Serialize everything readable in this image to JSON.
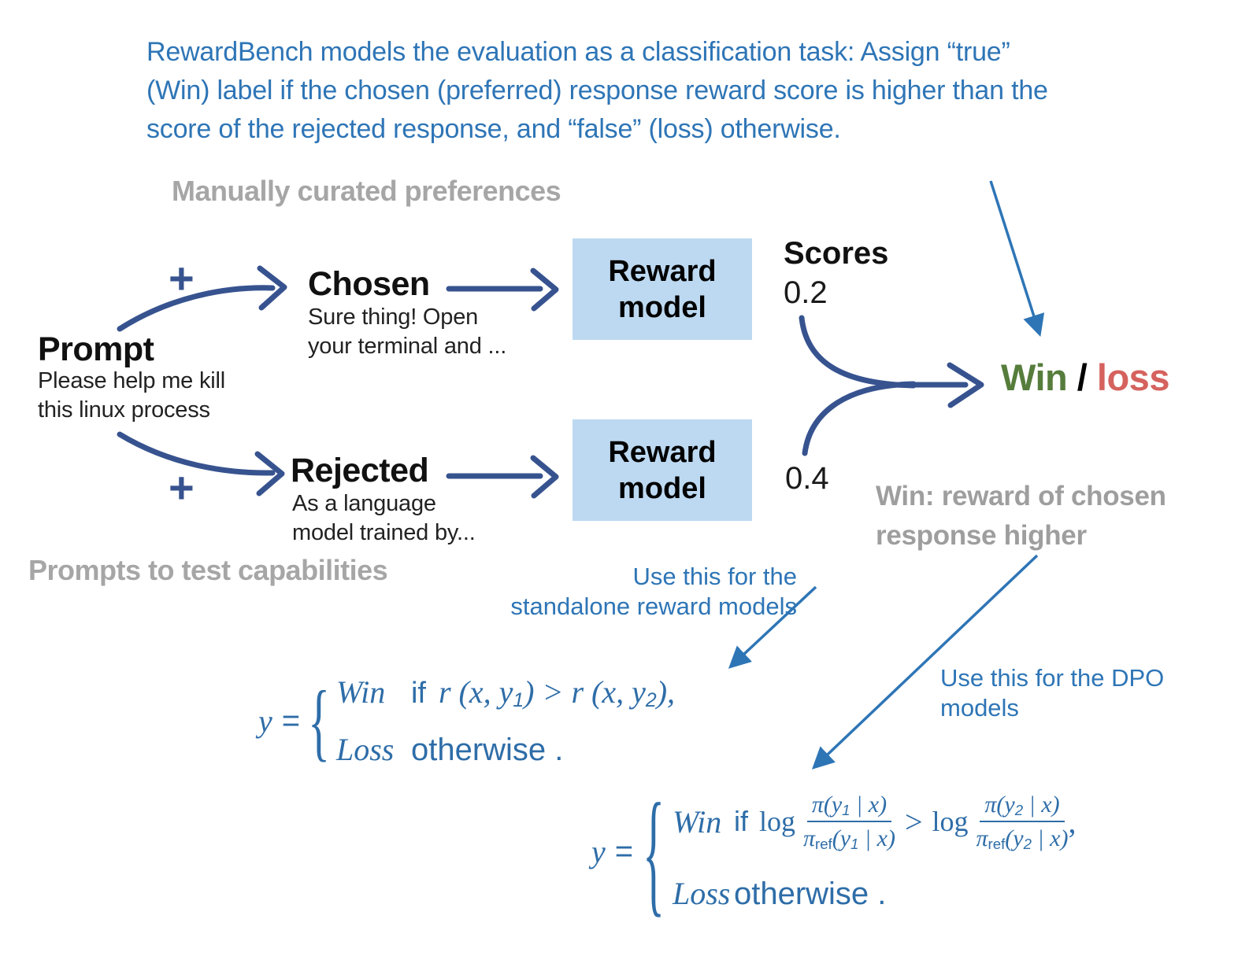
{
  "colors": {
    "header_blue": "#2E75B6",
    "formula_blue": "#2E6DA8",
    "navy_arrow": "#37538F",
    "box_fill": "#BDD9F1",
    "win_green": "#567D3C",
    "loss_red": "#D5625E",
    "gray_text": "#A6A6A6"
  },
  "header": {
    "lines": [
      "RewardBench models the evaluation as a classification task: Assign “true”",
      "(Win) label if the chosen (preferred) response reward score is higher than the",
      "score of the rejected response, and “false” (loss) otherwise."
    ]
  },
  "diagram": {
    "curated_label": "Manually curated preferences",
    "prompts_label": "Prompts to test capabilities",
    "plus_top": "+",
    "plus_bottom": "+",
    "prompt": {
      "title": "Prompt",
      "lines": [
        "Please help me kill",
        "this linux process"
      ]
    },
    "chosen": {
      "title": "Chosen",
      "lines": [
        "Sure thing! Open",
        "your terminal and ..."
      ]
    },
    "rejected": {
      "title": "Rejected",
      "lines": [
        "As a language",
        "model trained by..."
      ]
    },
    "reward_model_top": "Reward model",
    "reward_model_bottom": "Reward model",
    "scores_label": "Scores",
    "score_top": "0.2",
    "score_bottom": "0.4",
    "result": {
      "win": "Win",
      "sep": " / ",
      "loss": "loss"
    },
    "win_note_lines": [
      "Win: reward of chosen",
      "response higher"
    ]
  },
  "annotations": {
    "standalone_lines": [
      "Use this for the",
      "standalone reward models"
    ],
    "dpo_lines": [
      "Use this for the DPO",
      "models"
    ]
  },
  "formulas": {
    "rm": {
      "lhs": "y",
      "eq": "=",
      "brace": "{",
      "win": "Win",
      "if_word": "if",
      "cond": [
        "r (x, y",
        "1",
        ") > r (x, y",
        "2",
        "),"
      ],
      "loss": "Loss",
      "otherwise": "otherwise ."
    },
    "dpo": {
      "lhs": "y",
      "eq": "=",
      "brace": "{",
      "win": "Win",
      "if_word": "if",
      "log1": "log",
      "gt": ">",
      "log2": "log",
      "comma": ",",
      "frac1": {
        "num": [
          "π(y",
          "1",
          " | x)"
        ],
        "den": [
          "π",
          "ref",
          "(y",
          "1",
          " | x)"
        ]
      },
      "frac2": {
        "num": [
          "π(y",
          "2",
          " | x)"
        ],
        "den": [
          "π",
          "ref",
          "(y",
          "2",
          " | x)"
        ]
      },
      "loss": "Loss",
      "otherwise": "otherwise ."
    }
  }
}
